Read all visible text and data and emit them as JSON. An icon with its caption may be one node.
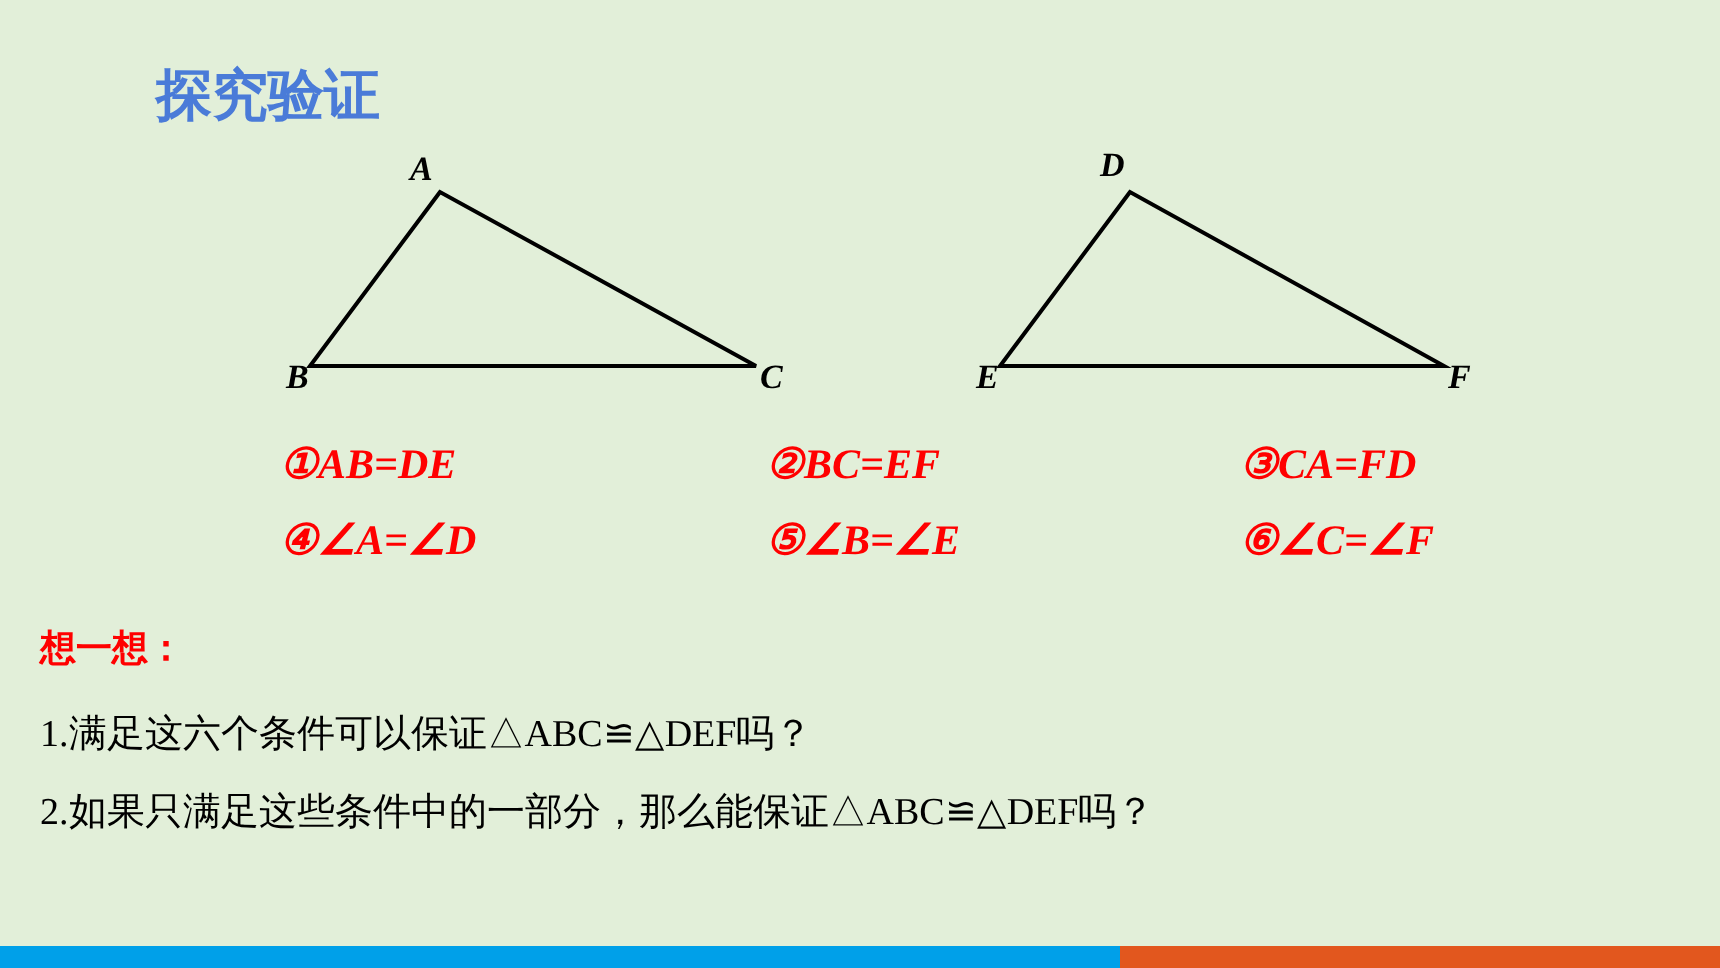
{
  "diagram": {
    "title": "探究验证",
    "labels": [
      "A",
      "B",
      "C",
      "D",
      "E",
      "F",
      "①AB=DE",
      "②BC=EF",
      "③CA=FD",
      "④∠A=∠D",
      "⑤∠B=∠E",
      "⑥∠C=∠F",
      "想一想：",
      "1.满足这六个条件可以保证△ABC≌△DEF吗？",
      "2.如果只满足这些条件中的一部分，那么能保证△ABC≌△DEF吗？"
    ]
  }
}
